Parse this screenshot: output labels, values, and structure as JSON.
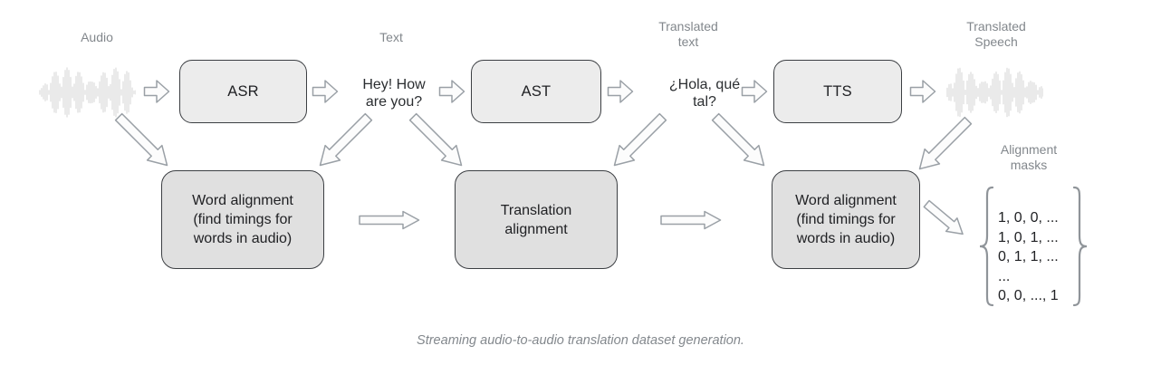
{
  "diagram": {
    "labels": {
      "audio": "Audio",
      "text": "Text",
      "translated_text": "Translated text",
      "translated_speech": "Translated Speech",
      "alignment_masks": "Alignment masks"
    },
    "stages": {
      "asr": "ASR",
      "ast": "AST",
      "tts": "TTS"
    },
    "intermediate": {
      "source_text": "Hey! How are you?",
      "translated_text": "¿Hola, qué tal?"
    },
    "alignment_boxes": {
      "word_alignment_source": "Word alignment (find timings for words in audio)",
      "translation_alignment": "Translation alignment",
      "word_alignment_target": "Word alignment (find timings for words in audio)"
    },
    "masks": [
      "1, 0, 0, ...",
      "1, 0, 1, ...",
      "0, 1, 1, ...",
      "...",
      "0, 0, ..., 1"
    ],
    "mask_braces": [
      "{",
      "}"
    ],
    "colors": {
      "top_box_fill": "#ececec",
      "bottom_box_fill": "#e0e0e0",
      "box_border": "#3c3f43",
      "label_gray": "#82878c",
      "arrow_stroke": "#9aa0a6",
      "arrow_fill": "#fcfcfc",
      "waveform": "#e2e2e2",
      "text_dark": "#202124"
    }
  },
  "caption": "Streaming audio-to-audio translation dataset generation."
}
